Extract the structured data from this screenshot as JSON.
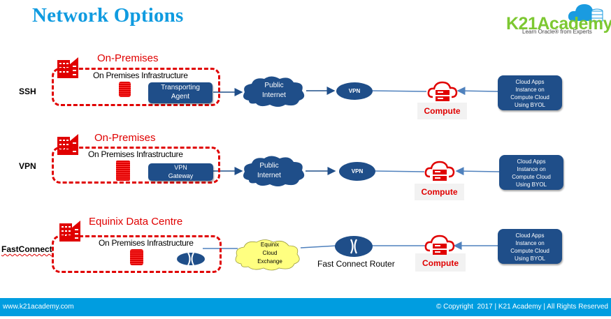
{
  "slide": {
    "title": "Network Options"
  },
  "logo": {
    "name": "K21Academy",
    "tagline": "Learn Oracle® from Experts",
    "icon": "cloud-database-icon"
  },
  "colors": {
    "title_blue": "#0f9be0",
    "accent_red": "#e00000",
    "node_blue": "#1f4e89",
    "logo_green": "#7dc832",
    "footer_blue": "#009de0",
    "exchange_yellow": "#ffff80"
  },
  "rows": [
    {
      "label": "SSH",
      "site_title": "On-Premises",
      "site_icon": "building-icon",
      "infra_label": "On Premises Infrastructure",
      "server_icon": "server-icon",
      "agent_label_1": "Transporting",
      "agent_label_2": "Agent",
      "cloud_label_1": "Public",
      "cloud_label_2": "Internet",
      "vpn_label": "VPN",
      "compute_label": "Compute",
      "compute_icon": "cloud-compute-icon",
      "apps_lines": [
        "Cloud Apps",
        "Instance on",
        "Compute Cloud",
        "Using BYOL"
      ]
    },
    {
      "label": "VPN",
      "site_title": "On-Premises",
      "site_icon": "building-icon",
      "infra_label": "On Premises Infrastructure",
      "server_icon": "server-icon",
      "agent_label_1": "VPN",
      "agent_label_2": "Gateway",
      "cloud_label_1": "Public",
      "cloud_label_2": "Internet",
      "vpn_label": "VPN",
      "compute_label": "Compute",
      "compute_icon": "cloud-compute-icon",
      "apps_lines": [
        "Cloud Apps",
        "Instance on",
        "Compute Cloud",
        "Using BYOL"
      ]
    },
    {
      "label": "FastConnect",
      "site_title": "Equinix Data Centre",
      "site_icon": "building-icon",
      "infra_label": "On Premises Infrastructure",
      "server_icon": "server-icon",
      "router_icon": "router-icon",
      "exchange_lines": [
        "Equinix",
        "Cloud",
        "Exchange"
      ],
      "router_label": "Fast Connect Router",
      "compute_label": "Compute",
      "compute_icon": "cloud-compute-icon",
      "apps_lines": [
        "Cloud Apps",
        "Instance on",
        "Compute Cloud",
        "Using BYOL"
      ]
    }
  ],
  "footer": {
    "website": "www.k21academy.com",
    "copyright": "© Copyright  2017 | K21 Academy | All Rights Reserved"
  }
}
